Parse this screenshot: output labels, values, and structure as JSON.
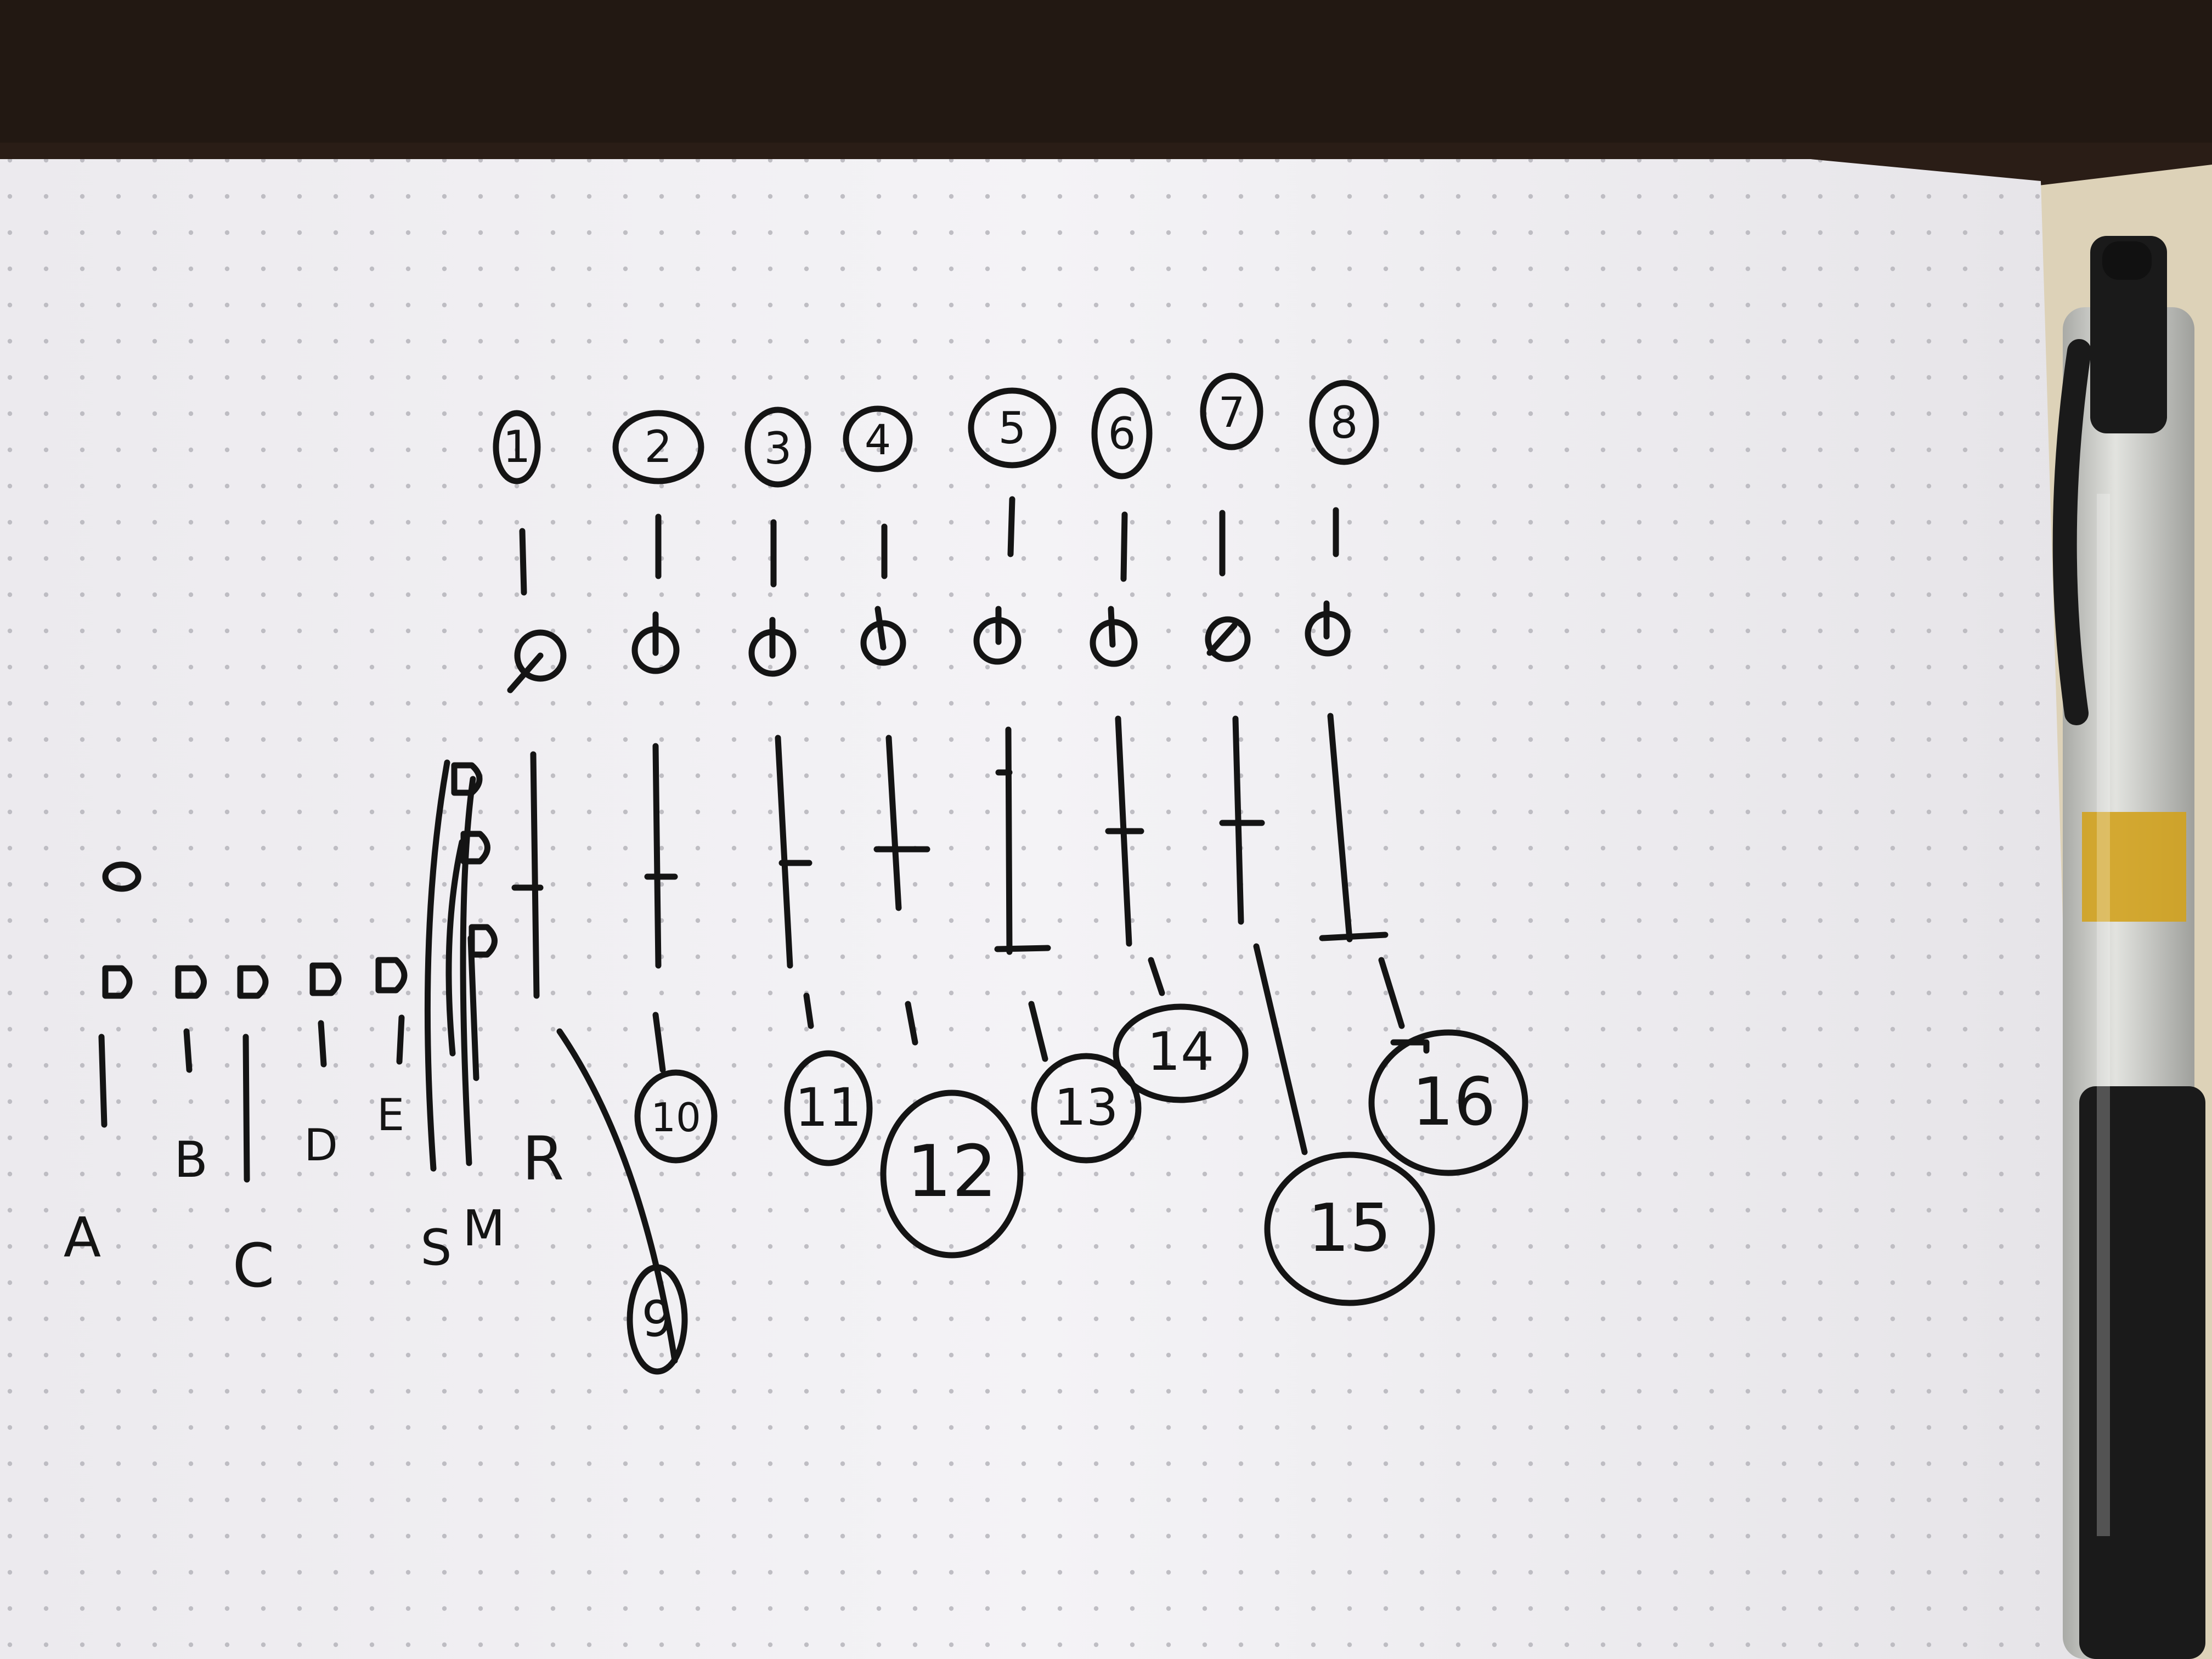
{
  "colors": {
    "desk": "#2a1d16",
    "paper": "#f1f0f3",
    "ink": "#141414",
    "dot_grid": "#b9b8be",
    "pen_body": "#1a1a1a",
    "pen_clear": "#cfd0cc",
    "pen_accent": "#d2a21e"
  },
  "sketch": {
    "top_numbers": [
      "1",
      "2",
      "3",
      "4",
      "5",
      "6",
      "7",
      "8"
    ],
    "bottom_numbers": [
      "9",
      "10",
      "11",
      "12",
      "13",
      "14",
      "15",
      "16"
    ],
    "left_letters": [
      "A",
      "B",
      "C",
      "D",
      "E"
    ],
    "side_letters": [
      "S",
      "M",
      "R"
    ]
  },
  "objects": {
    "pen": "pen-icon",
    "notebook": "dot-grid-notebook"
  }
}
